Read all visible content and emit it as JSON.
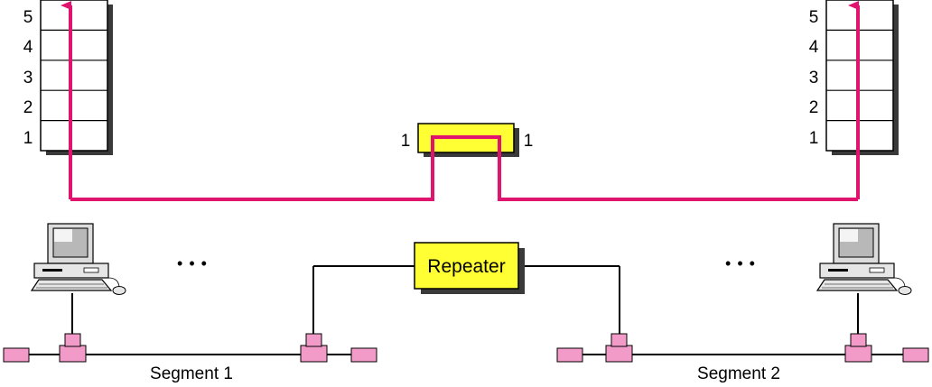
{
  "colors": {
    "signal_path": "#e0136f",
    "repeater_fill": "#ffff33",
    "tap_fill": "#f39bc8",
    "shadow": "#3a3a3a",
    "line": "#000000"
  },
  "stack_left": {
    "layers": [
      "5",
      "4",
      "3",
      "2",
      "1"
    ]
  },
  "stack_right": {
    "layers": [
      "5",
      "4",
      "3",
      "2",
      "1"
    ]
  },
  "repeater_layer": {
    "left_label": "1",
    "right_label": "1"
  },
  "repeater": {
    "label": "Repeater"
  },
  "ellipsis_left": "• • •",
  "ellipsis_right": "• • •",
  "segments": [
    {
      "label": "Segment 1"
    },
    {
      "label": "Segment 2"
    }
  ],
  "icons": {
    "computer_left": "computer-icon",
    "computer_right": "computer-icon"
  }
}
